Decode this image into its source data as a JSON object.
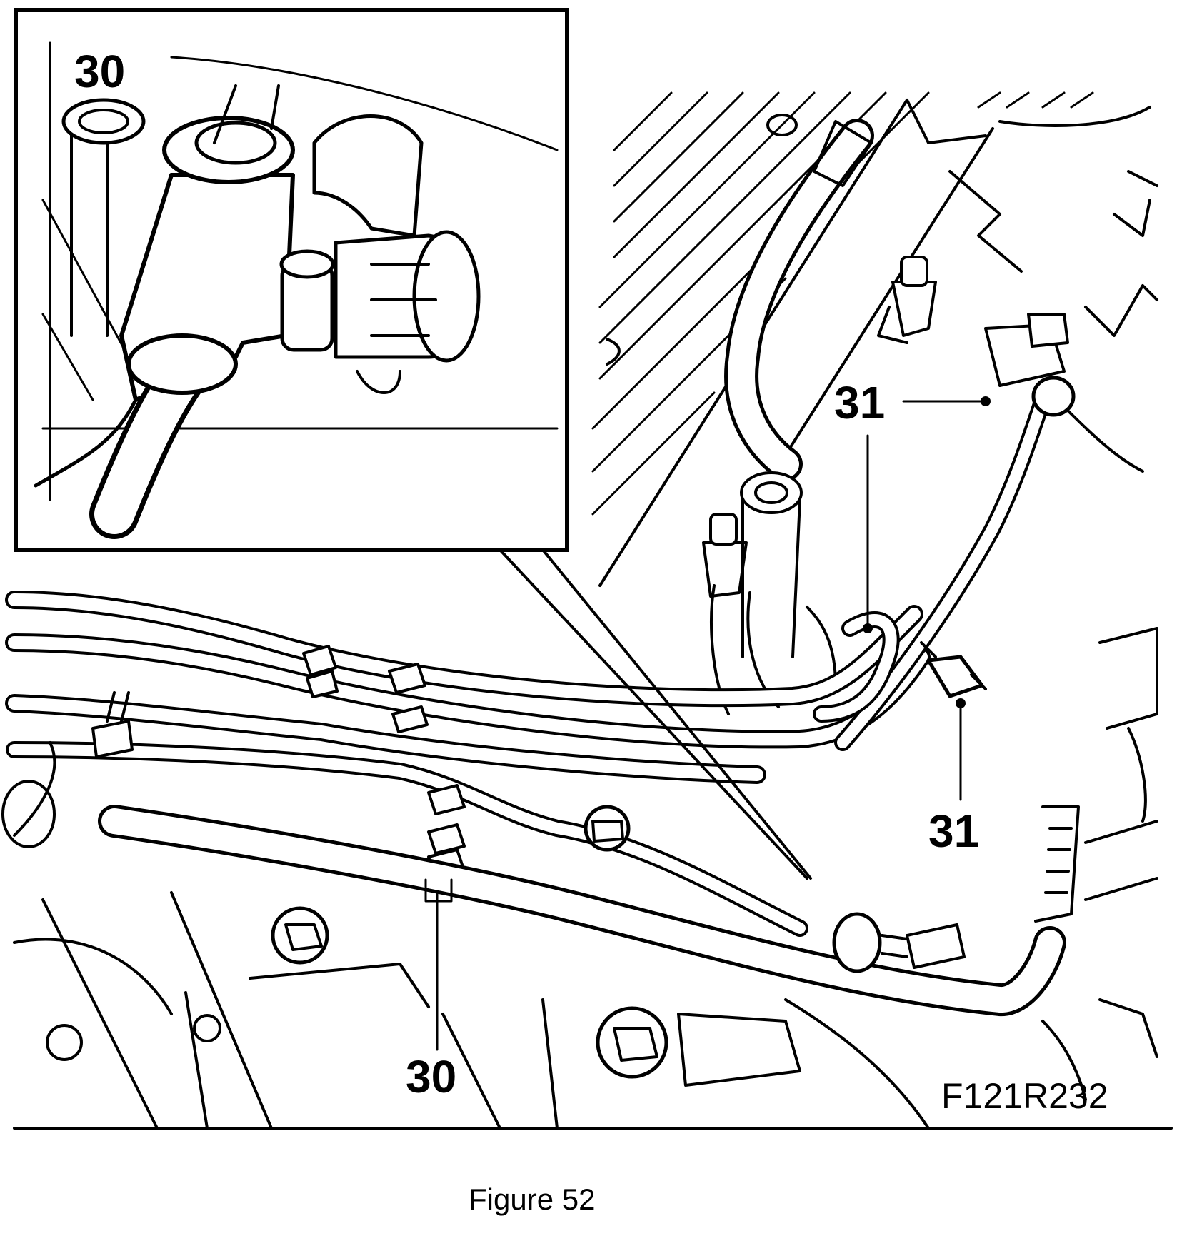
{
  "figure": {
    "caption": "Figure 52",
    "drawing_code": "F121R232"
  },
  "callouts": {
    "inset_30": "30",
    "main_30": "30",
    "upper_31": "31",
    "lower_31": "31"
  },
  "colors": {
    "ink": "#000000",
    "paper": "#ffffff"
  }
}
